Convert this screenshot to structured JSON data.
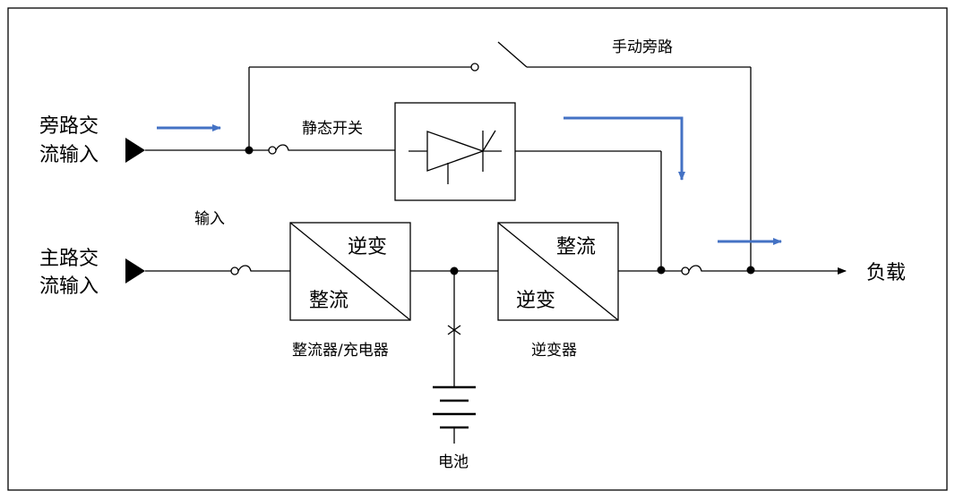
{
  "labels": {
    "bypass_input": [
      "旁路交",
      "流输入"
    ],
    "main_input": [
      "主路交",
      "流输入"
    ],
    "manual_bypass": "手动旁路",
    "static_switch": "静态开关",
    "input": "输入",
    "rectifier_box": {
      "top": "逆变",
      "bottom": "整流"
    },
    "inverter_box": {
      "top": "整流",
      "bottom": "逆变"
    },
    "rectifier_caption": "整流器/充电器",
    "inverter_caption": "逆变器",
    "battery": "电池",
    "load": "负载"
  },
  "colors": {
    "line": "#000000",
    "flow_arrow": "#4472c4",
    "background": "#ffffff"
  },
  "icons": [
    "input-terminal-icon",
    "fuse-icon",
    "thyristor-icon",
    "battery-icon",
    "flow-arrow-icon",
    "output-arrow-icon"
  ]
}
